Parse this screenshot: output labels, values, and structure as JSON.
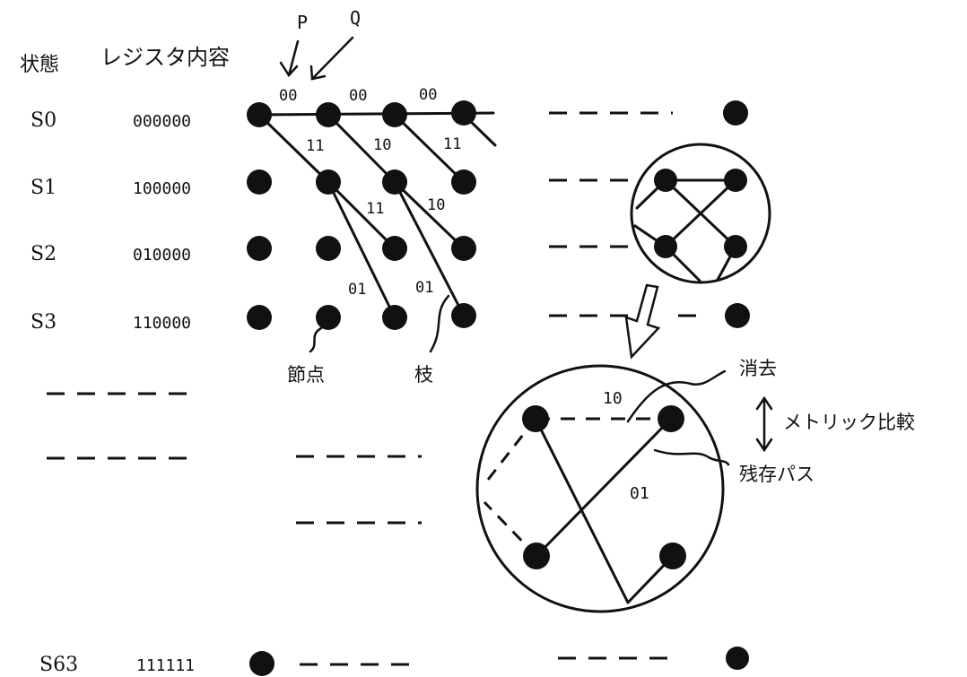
{
  "header": {
    "state_label": "状態",
    "register_label": "レジスタ内容"
  },
  "inputs": {
    "p": "P",
    "q": "Q"
  },
  "states": [
    {
      "name": "S0",
      "register": "000000"
    },
    {
      "name": "S1",
      "register": "100000"
    },
    {
      "name": "S2",
      "register": "010000"
    },
    {
      "name": "S3",
      "register": "110000"
    },
    {
      "name": "S63",
      "register": "111111"
    }
  ],
  "branch_labels": [
    "00",
    "00",
    "00",
    "11",
    "10",
    "11",
    "11",
    "10",
    "01",
    "01"
  ],
  "annotations": {
    "node": "節点",
    "branch": "枝",
    "erase": "消去",
    "metric_compare": "メトリック比較",
    "survivor_path": "残存パス"
  },
  "zoom_labels": {
    "upper": "10",
    "lower": "01"
  }
}
